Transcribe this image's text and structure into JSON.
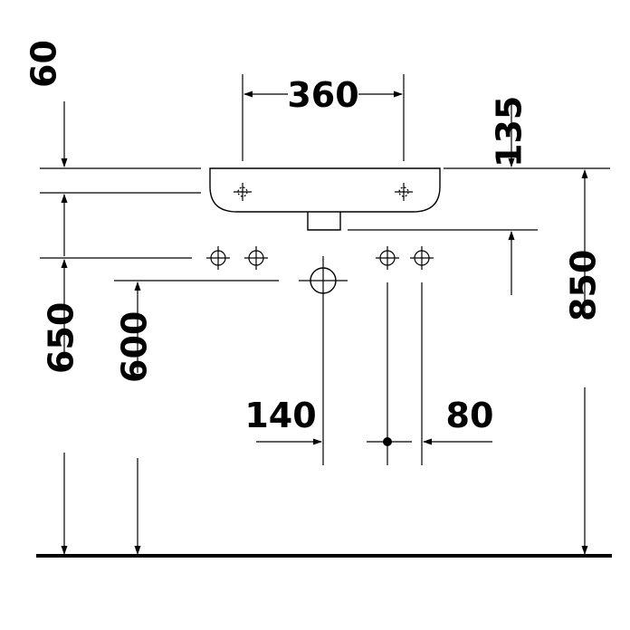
{
  "dimensions": {
    "basin_width": "360",
    "top_offset": "60",
    "basin_depth": "135",
    "tap_height": "650",
    "drain_height": "600",
    "floor_to_rim": "850",
    "drain_offset": "140",
    "tap_spacing": "80"
  }
}
